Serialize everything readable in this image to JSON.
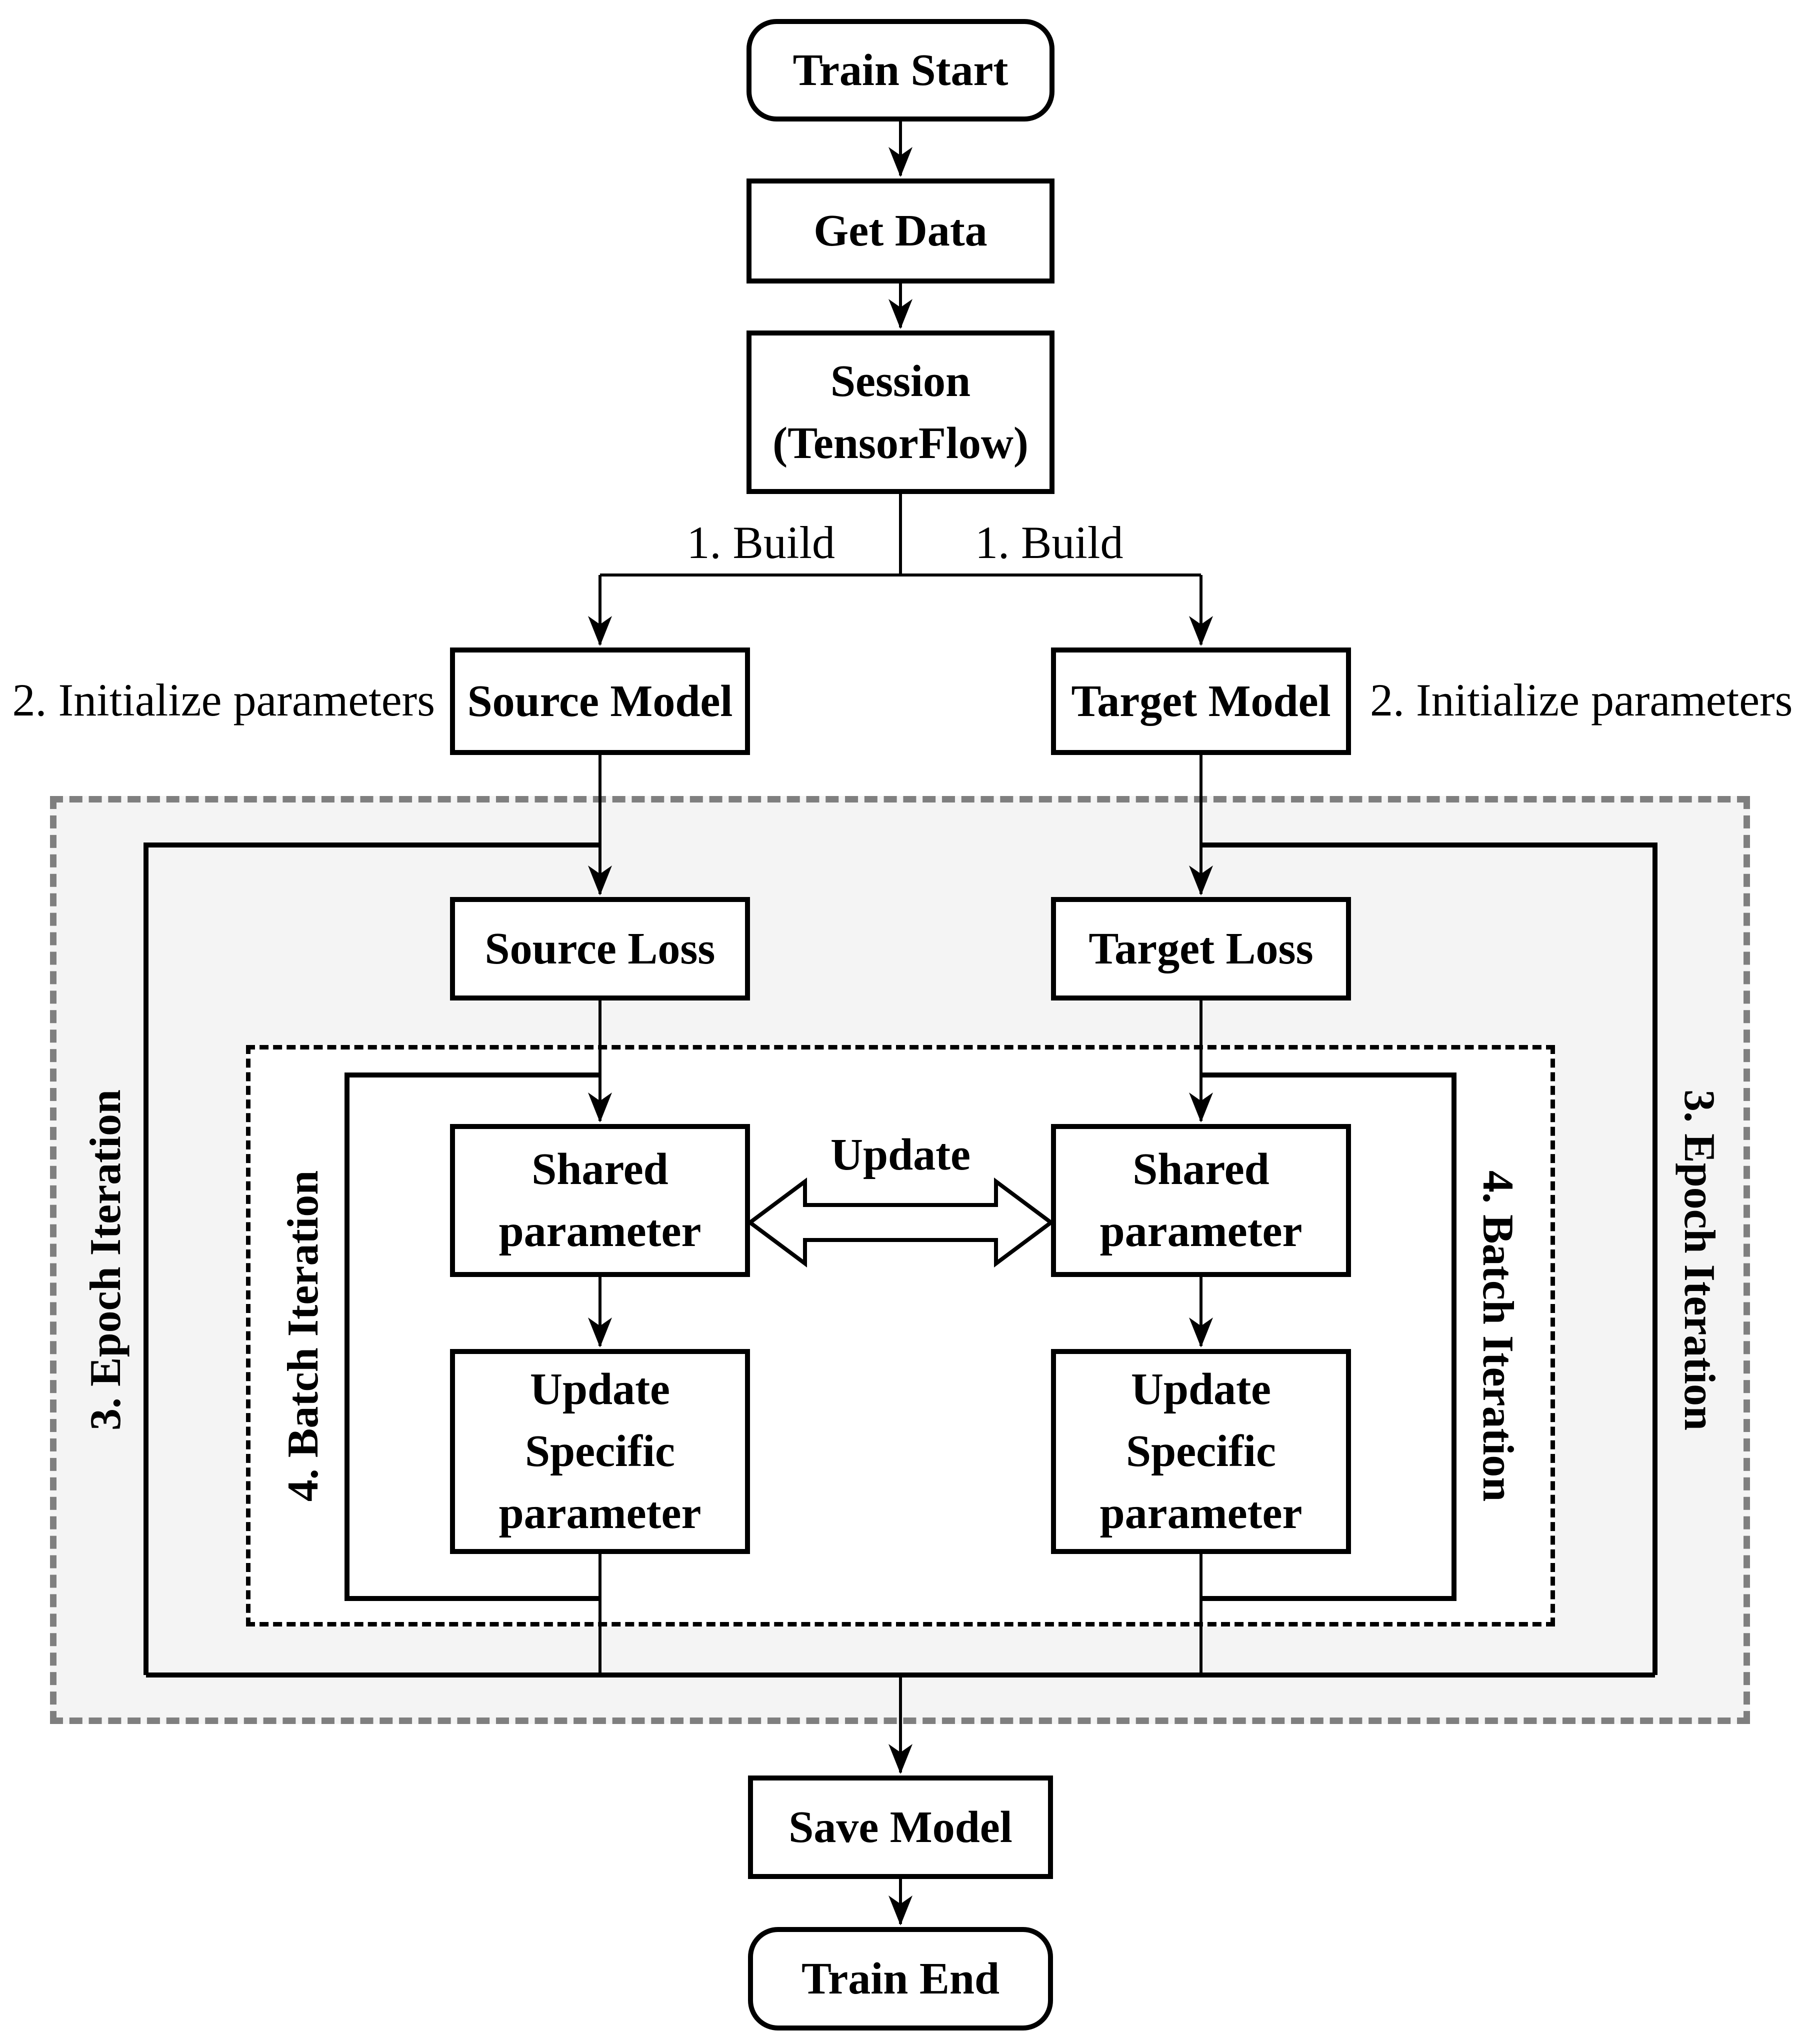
{
  "title": "Dual-model training flowchart",
  "theme": {
    "line_color": "#000000",
    "epoch_fill": "#f4f4f4",
    "epoch_border": "#7f7f7f",
    "batch_fill": "#ffffff",
    "node_fill": "#ffffff"
  },
  "nodes": {
    "train_start": {
      "label": "Train Start",
      "shape": "rounded"
    },
    "get_data": {
      "label": "Get Data",
      "shape": "rect"
    },
    "session": {
      "label": "Session\n(TensorFlow)",
      "shape": "rect"
    },
    "source_model": {
      "label": "Source Model",
      "shape": "rect"
    },
    "target_model": {
      "label": "Target Model",
      "shape": "rect"
    },
    "source_loss": {
      "label": "Source Loss",
      "shape": "rect"
    },
    "target_loss": {
      "label": "Target Loss",
      "shape": "rect"
    },
    "shared_parameter_left": {
      "label": "Shared\nparameter",
      "shape": "rect"
    },
    "shared_parameter_right": {
      "label": "Shared\nparameter",
      "shape": "rect"
    },
    "update_specific_left": {
      "label": "Update\nSpecific\nparameter",
      "shape": "rect"
    },
    "update_specific_right": {
      "label": "Update\nSpecific\nparameter",
      "shape": "rect"
    },
    "save_model": {
      "label": "Save Model",
      "shape": "rect"
    },
    "train_end": {
      "label": "Train End",
      "shape": "rounded"
    }
  },
  "annotations": {
    "build_left": "1. Build",
    "build_right": "1. Build",
    "init_left": "2. Initialize parameters",
    "init_right": "2. Initialize parameters",
    "epoch_left": "3. Epoch Iteration",
    "epoch_right": "3. Epoch Iteration",
    "batch_left": "4. Batch Iteration",
    "batch_right": "4. Batch Iteration",
    "update": "Update"
  }
}
